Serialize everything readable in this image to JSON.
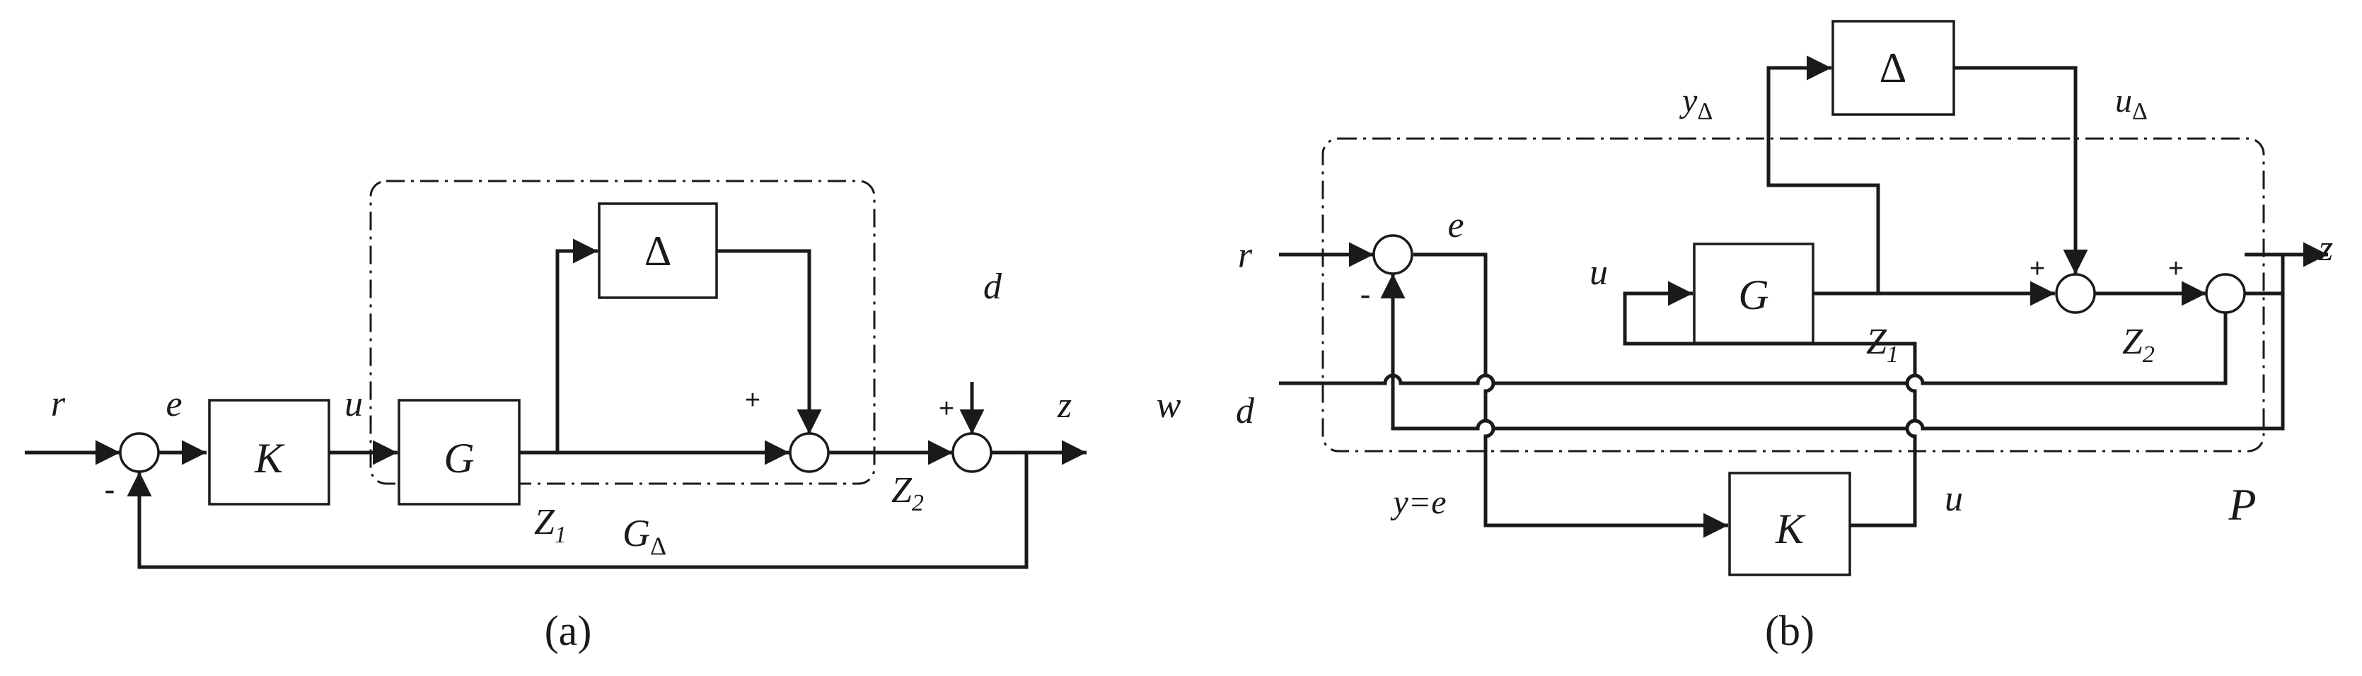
{
  "panel_a": {
    "caption": "(a)",
    "blocks": {
      "k": "K",
      "g": "G",
      "delta": "Δ"
    },
    "signals": {
      "r": "r",
      "e": "e",
      "u": "u",
      "z1_main": "Z",
      "z1_sub": "1",
      "z2_main": "Z",
      "z2_sub": "2",
      "d": "d",
      "z": "z",
      "w": "w"
    },
    "loop_label_main": "G",
    "loop_label_sub": "Δ",
    "signs": {
      "minus": "-",
      "plus_delta": "+",
      "plus_d": "+"
    }
  },
  "panel_b": {
    "caption": "(b)",
    "blocks": {
      "g": "G",
      "delta": "Δ",
      "k": "K"
    },
    "signals": {
      "r": "r",
      "d": "d",
      "e": "e",
      "u_in": "u",
      "z1_main": "Z",
      "z1_sub": "1",
      "z2_main": "Z",
      "z2_sub": "2",
      "z": "z",
      "y_eq_e": "y=e",
      "u_out": "u",
      "y_delta_main": "y",
      "y_delta_sub": "Δ",
      "u_delta_main": "u",
      "u_delta_sub": "Δ",
      "plant": "P"
    },
    "signs": {
      "minus": "-",
      "plus_1": "+",
      "plus_2": "+"
    }
  }
}
